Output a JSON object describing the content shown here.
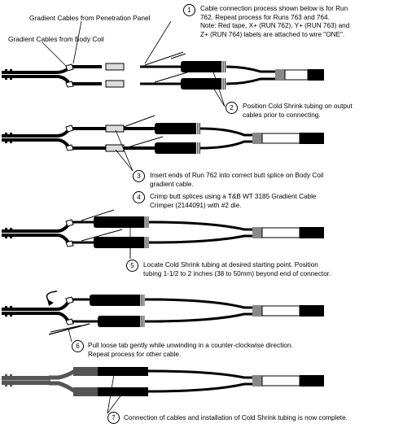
{
  "labels": {
    "penetration_panel": "Gradient Cables from Penetration Panel",
    "body_coil": "Gradient Cables from Body Coil"
  },
  "steps": [
    {
      "number": "1",
      "lines": [
        "Cable connection process shown below is for Run",
        "762.  Repeat process for Runs 763 and 764.",
        "Note:  Red tape, X+ (RUN 762), Y+ (RUN 763) and",
        "Z+ (RUN 764) labels are attached to wire \"ONE\"."
      ]
    },
    {
      "number": "2",
      "lines": [
        "Position Cold Shrink tubing on output",
        "cables prior to connecting."
      ]
    },
    {
      "number": "3",
      "lines": [
        "Insert ends of Run 762 into correct butt splice on Body Coil",
        "gradient cable."
      ]
    },
    {
      "number": "4",
      "lines": [
        "Crimp butt splices using a T&B WT 3185 Gradient Cable",
        "Crimper (2144091) with #2 die."
      ]
    },
    {
      "number": "5",
      "lines": [
        "Locate Cold Shrink tubing at desired starting point.  Position",
        "tubing 1-1/2 to 2 inches (38 to 50mm) beyond end of connector."
      ]
    },
    {
      "number": "6",
      "lines": [
        "Pull loose tab gently while unwinding in a counter-clockwise direction.",
        "Repeat process for other cable."
      ]
    },
    {
      "number": "7",
      "lines": [
        "Connection of cables and installation of Cold Shrink tubing is now complete."
      ]
    }
  ]
}
